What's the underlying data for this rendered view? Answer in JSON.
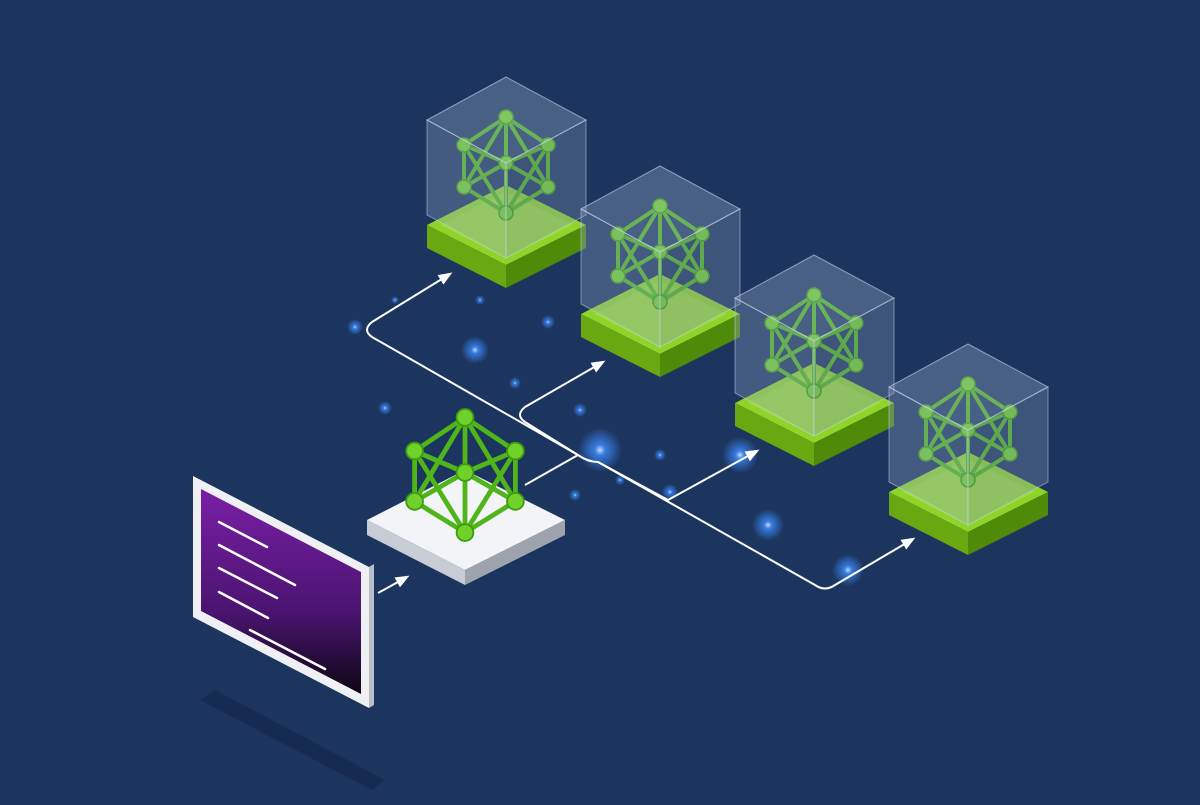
{
  "colors": {
    "background": "#1c355e",
    "accent_green": "#76b900",
    "network_green": "#5fc21c",
    "screen_purple": "#6a1b9a",
    "connector_white": "#ffffff",
    "glow_blue": "#3d8bff"
  },
  "scene": {
    "input_terminal": {
      "icon": "terminal-screen-icon",
      "text_lines": 5
    },
    "source_model": {
      "icon": "neural-network-icon",
      "platform": "white"
    },
    "deployed_models": [
      {
        "icon": "neural-network-icon",
        "container": "glass-cube",
        "platform": "green"
      },
      {
        "icon": "neural-network-icon",
        "container": "glass-cube",
        "platform": "green"
      },
      {
        "icon": "neural-network-icon",
        "container": "glass-cube",
        "platform": "green"
      },
      {
        "icon": "neural-network-icon",
        "container": "glass-cube",
        "platform": "green"
      }
    ]
  }
}
